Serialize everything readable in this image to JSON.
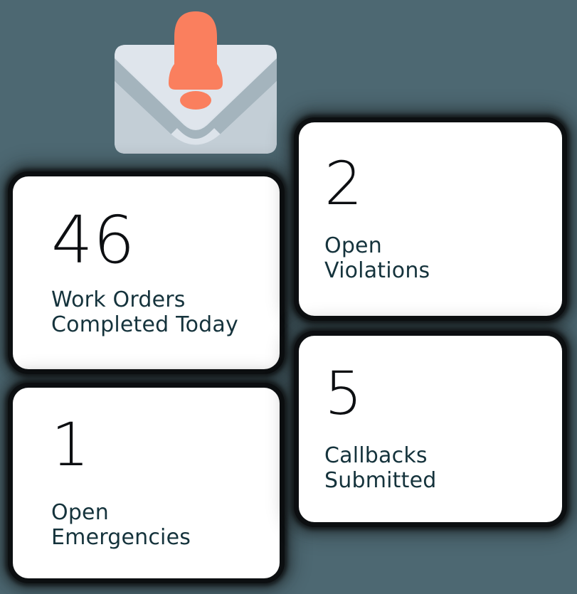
{
  "background_color": "#4d6872",
  "icon": {
    "name": "envelope-with-bell-icon",
    "envelope_body_color": "#dce3ea",
    "envelope_flap_color": "#a4b4bd",
    "bell_color": "#fa7f5e"
  },
  "theme": {
    "card_background": "#ffffff",
    "value_color": "#0d0f12",
    "label_color": "#15333c",
    "accent_color": "#fa7f5e"
  },
  "cards": [
    {
      "id": "work-orders",
      "value": "46",
      "label": "Work Orders\nCompleted Today",
      "label_line1": "Work Orders",
      "label_line2": "Completed Today"
    },
    {
      "id": "open-emergencies",
      "value": "1",
      "label": "Open\nEmergencies",
      "label_line1": "Open",
      "label_line2": "Emergencies"
    },
    {
      "id": "open-violations",
      "value": "2",
      "label": "Open\nViolations",
      "label_line1": "Open",
      "label_line2": "Violations"
    },
    {
      "id": "callbacks-submitted",
      "value": "5",
      "label": "Callbacks\nSubmitted",
      "label_line1": "Callbacks",
      "label_line2": "Submitted"
    }
  ]
}
